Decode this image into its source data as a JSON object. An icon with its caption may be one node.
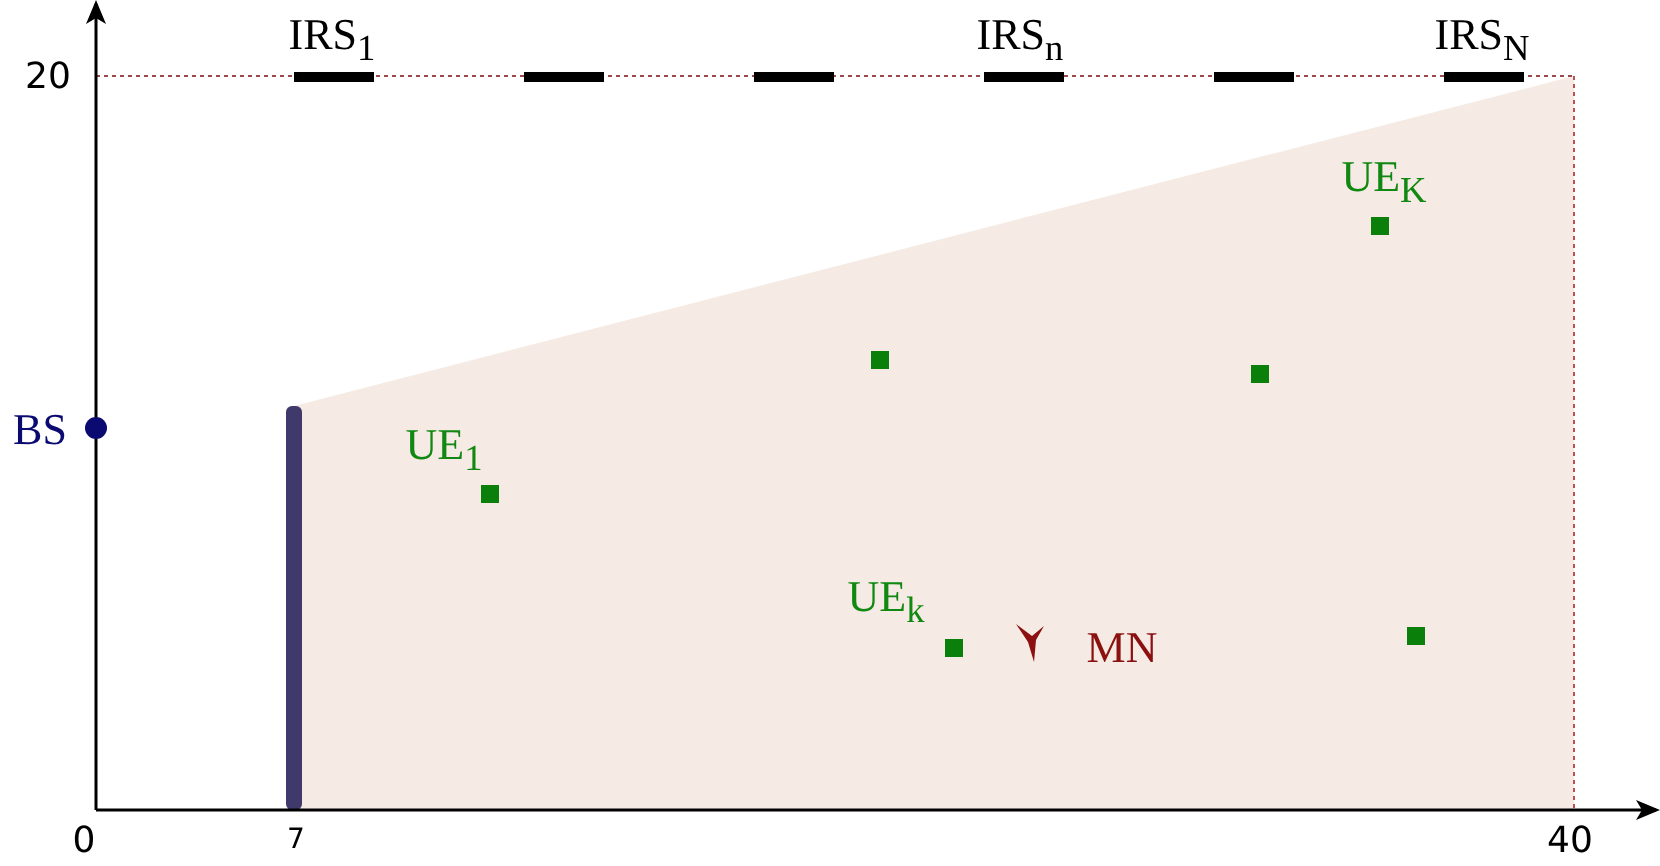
{
  "diagram": {
    "labels": [
      "IRS$_{1}$",
      "IRS$_{n}$",
      "IRS$_{N}$",
      "20",
      "BS",
      "UE$_{K}$",
      "UE$_{1}$",
      "UE$_{k}$",
      "MN",
      "0",
      "7",
      "40"
    ]
  }
}
